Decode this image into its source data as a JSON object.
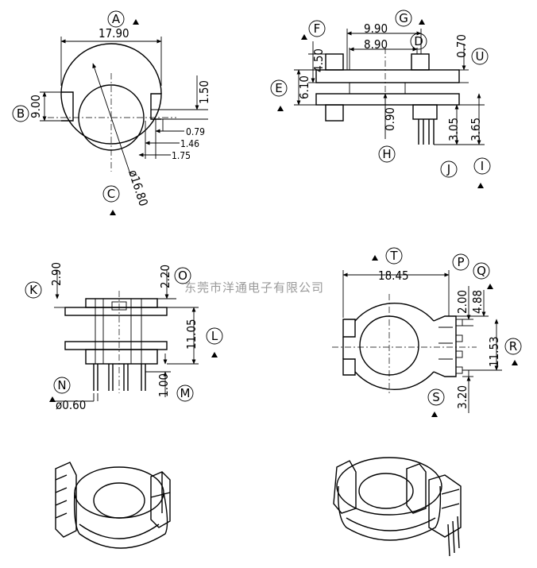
{
  "views": {
    "top": {
      "dims": [
        "17.90",
        "9.00",
        "1.50",
        "0.79",
        "1.46",
        "1.75",
        "ø16.80"
      ],
      "labels": [
        "A",
        "B",
        "C"
      ]
    },
    "side": {
      "dims": [
        "9.90",
        "8.90",
        "4.50",
        "6.10",
        "0.70",
        "0.90",
        "3.05",
        "3.65"
      ],
      "labels": [
        "F",
        "G",
        "D",
        "U",
        "E",
        "H",
        "J",
        "I"
      ]
    },
    "front": {
      "dims": [
        "2.90",
        "2.20",
        "11.05",
        "1.00",
        "ø0.60"
      ],
      "labels": [
        "K",
        "O",
        "L",
        "N",
        "M"
      ]
    },
    "bottom": {
      "dims": [
        "18.45",
        "2.00",
        "4.88",
        "11.53",
        "3.20"
      ],
      "labels": [
        "T",
        "P",
        "Q",
        "R",
        "S"
      ]
    }
  },
  "watermark": "东莞市洋通电子有限公司"
}
